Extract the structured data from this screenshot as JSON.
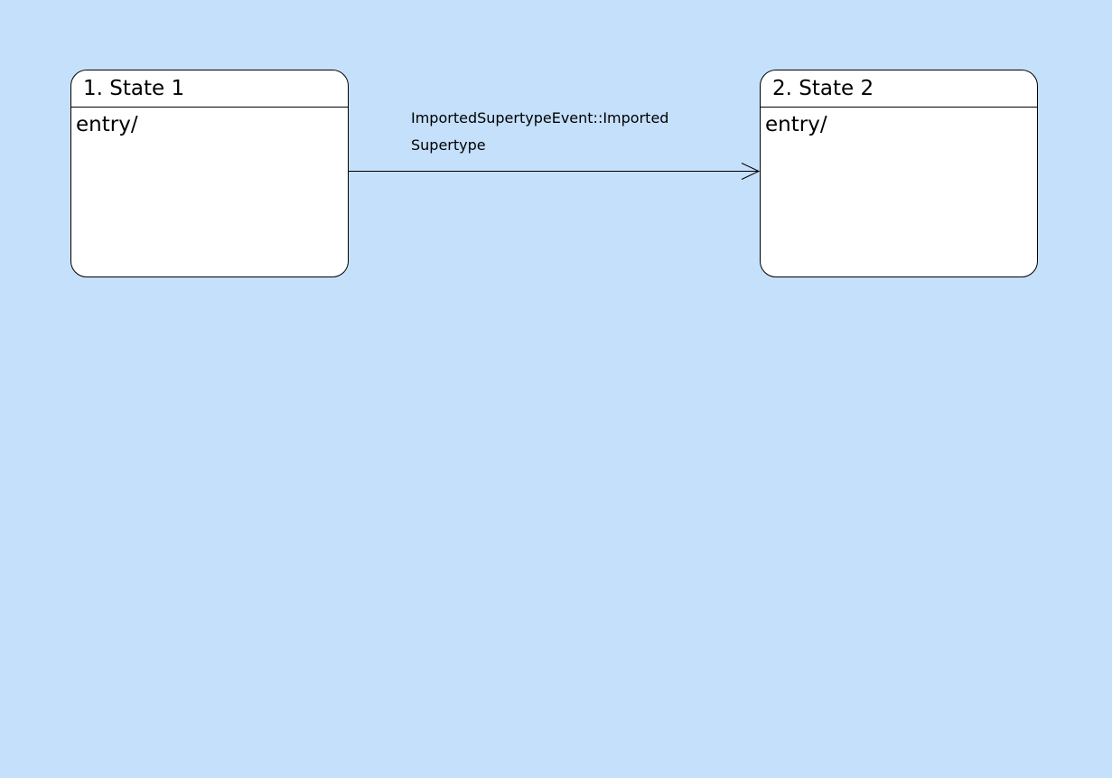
{
  "states": [
    {
      "title": "1. State 1",
      "activity": "entry/"
    },
    {
      "title": "2. State 2",
      "activity": "entry/"
    }
  ],
  "transition": {
    "label_line1": "ImportedSupertypeEvent::Imported",
    "label_line2": "Supertype"
  },
  "colors": {
    "background": "#c5e0fb",
    "state_fill": "#ffffff",
    "stroke": "#000000"
  }
}
